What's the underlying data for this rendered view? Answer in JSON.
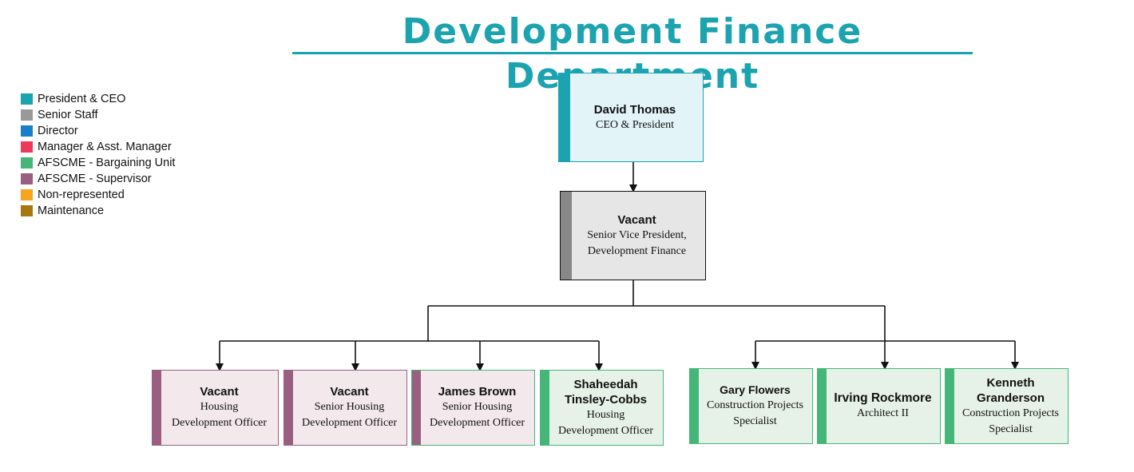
{
  "title": "Development Finance Department",
  "legend": [
    {
      "label": "President & CEO",
      "color": "#1ba3b0"
    },
    {
      "label": "Senior Staff",
      "color": "#999999"
    },
    {
      "label": "Director",
      "color": "#1a7fc9"
    },
    {
      "label": "Manager & Asst. Manager",
      "color": "#ec3a58"
    },
    {
      "label": "AFSCME - Bargaining Unit",
      "color": "#44b677"
    },
    {
      "label": "AFSCME - Supervisor",
      "color": "#9a5f80"
    },
    {
      "label": "Non-represented",
      "color": "#f7a51d"
    },
    {
      "label": "Maintenance",
      "color": "#a77710"
    }
  ],
  "positions": [
    {
      "name": "David Thomas",
      "role": [
        "CEO & President"
      ],
      "category": "President & CEO"
    },
    {
      "name": "Vacant",
      "role": [
        "Senior Vice President,",
        "Development Finance"
      ],
      "category": "Senior Staff"
    },
    {
      "name": "Vacant",
      "role": [
        "Housing",
        "Development Officer"
      ],
      "category": "AFSCME - Supervisor"
    },
    {
      "name": "Vacant",
      "role": [
        "Senior Housing",
        "Development Officer"
      ],
      "category": "AFSCME - Supervisor"
    },
    {
      "name": "James Brown",
      "role": [
        "Senior Housing",
        "Development Officer"
      ],
      "category": "AFSCME - Supervisor"
    },
    {
      "name": "Shaheedah\nTinsley-Cobbs",
      "role": [
        "Housing",
        "Development Officer"
      ],
      "category": "AFSCME - Bargaining Unit"
    },
    {
      "name": "Gary Flowers",
      "role": [
        "Construction Projects",
        "Specialist"
      ],
      "category": "AFSCME - Bargaining Unit"
    },
    {
      "name": "Irving Rockmore",
      "role": [
        "Architect II"
      ],
      "category": "AFSCME - Bargaining Unit"
    },
    {
      "name": "Kenneth\nGranderson",
      "role": [
        "Construction Projects",
        "Specialist"
      ],
      "category": "AFSCME - Bargaining Unit"
    }
  ]
}
